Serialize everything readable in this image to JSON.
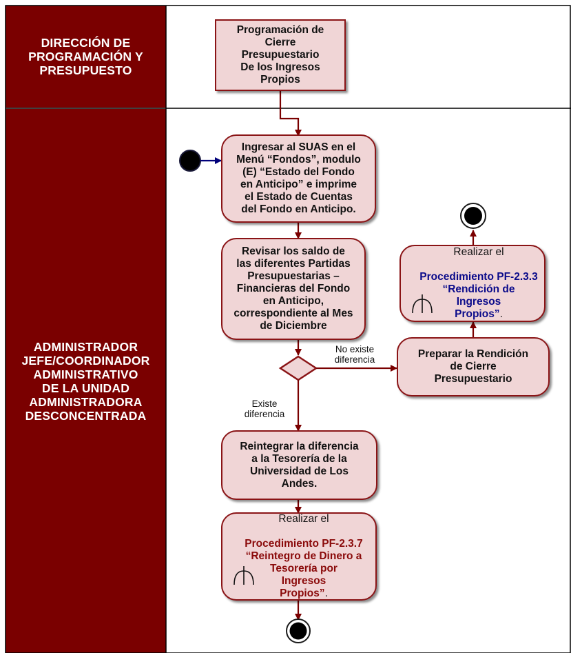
{
  "lanes": [
    {
      "label": "DIRECCIÓN DE\nPROGRAMACIÓN Y\nPRESUPUESTO"
    },
    {
      "label": "ADMINISTRADOR\nJEFE/COORDINADOR\nADMINISTRATIVO\nDE LA UNIDAD\nADMINISTRADORA\nDESCONCENTRADA"
    }
  ],
  "nodes": {
    "programacion": "Programación de\nCierre\nPresupuestario\nDe los Ingresos\nPropios",
    "ingresar_suas": "Ingresar al SUAS en el\nMenú “Fondos”, modulo\n(E) “Estado del Fondo\nen Anticipo” e imprime\nel Estado de Cuentas\ndel Fondo en Anticipo.",
    "revisar_saldo": "Revisar los saldo de\nlas diferentes Partidas\nPresupuestarias –\nFinancieras del Fondo\nen Anticipo,\ncorrespondiente al Mes\nde Diciembre",
    "preparar_rendicion": "Preparar la Rendición\nde Cierre\nPresupuestario",
    "reintegrar": "Reintegrar la diferencia\na la Tesorería de la\nUniversidad de Los\nAndes.",
    "realizar_233": {
      "prefix": "Realizar el",
      "proc": "Procedimiento PF-2.3.3\n“Rendición de\nIngresos\nPropios”",
      "suffix": "."
    },
    "realizar_237": {
      "prefix": "Realizar el",
      "proc": "Procedimiento PF-2.3.7\n“Reintegro de Dinero a\nTesorería por\nIngresos\nPropios”",
      "suffix": "."
    }
  },
  "edge_labels": {
    "no_diferencia": "No existe\ndiferencia",
    "existe_diferencia": "Existe\ndiferencia"
  },
  "colors": {
    "lane_header": "#7a0000",
    "node_fill": "#f0d5d6",
    "node_border": "#8a1416",
    "arrow": "#7a0000",
    "start_arrow": "#00007a",
    "proc_233": "#0a0a8a",
    "proc_237": "#8a0a0a"
  }
}
